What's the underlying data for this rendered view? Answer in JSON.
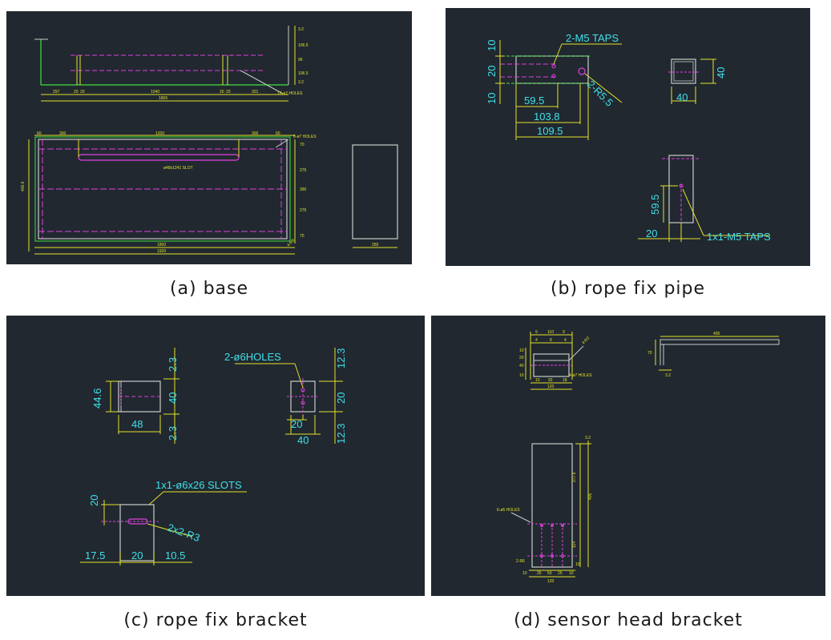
{
  "panels": {
    "a": {
      "caption": "(a) base",
      "top_view": {
        "right_dims": [
          "3.2",
          "106.5",
          "96",
          "106.5",
          "3.2"
        ],
        "bottom_dims": [
          "297",
          "20",
          "20",
          "1040",
          "20",
          "20",
          "321"
        ],
        "overall": "1806",
        "holes": "12-ø7 HOLES"
      },
      "front_view": {
        "top_dims": [
          "60",
          "300",
          "1200",
          "300",
          "60"
        ],
        "holes": "8-ø7 HOLES",
        "slot": "ø48x1241 SLOT",
        "left_dim": "400.6",
        "right_dims": [
          "70",
          "275",
          "390",
          "275",
          "70"
        ],
        "bottom_inner": "1800",
        "bottom_overall": "1920",
        "corner": "4-R8"
      },
      "side_view": {
        "bottom": "250"
      }
    },
    "b": {
      "caption": "(b) rope fix pipe",
      "front": {
        "v_dims": [
          "10",
          "20",
          "10"
        ],
        "taps_label": "2-M5 TAPS",
        "radius_label": "2-R5.5",
        "h_dims": [
          "59.5",
          "103.8",
          "109.5"
        ]
      },
      "section": {
        "right": "40",
        "bottom": "40"
      },
      "bottom_view": {
        "v_dim": "59.5",
        "h_dim": "20",
        "taps_label": "1x1-M5 TAPS"
      }
    },
    "c": {
      "caption": "(c) rope fix bracket",
      "left": {
        "height": "44.6",
        "width": "48",
        "right_dims": [
          "2.3",
          "40",
          "2.3"
        ]
      },
      "right": {
        "holes_label": "2-ø6HOLES",
        "right_dims": [
          "12.3",
          "20",
          "12.3"
        ],
        "bottom_dims": [
          "20",
          "40"
        ]
      },
      "bottom": {
        "slots_label": "1x1-ø6x26 SLOTS",
        "v_dim": "20",
        "radius_label": "2x2-R3",
        "h_dims": [
          "17.5",
          "20",
          "10.5"
        ]
      }
    },
    "d": {
      "caption": "(d) sensor head bracket",
      "top_left": {
        "top_dims": [
          "9",
          "110",
          "9"
        ],
        "top_dims2": [
          "4",
          "8",
          "4"
        ],
        "left_dims": [
          "10",
          "20",
          "40",
          "10"
        ],
        "corner": "4-R3",
        "bottom_dims": [
          "10",
          "92",
          "18"
        ],
        "overall": "120",
        "holes": "4-ø7 HOLES"
      },
      "top_right": {
        "length": "405",
        "height": "70",
        "thickness": "3.2"
      },
      "bottom": {
        "right_dims": [
          "3.2",
          "277.6",
          "405",
          "114",
          "10"
        ],
        "holes_label": "6-ø5 HOLES",
        "corner": "2-R6",
        "bottom_dims": [
          "10",
          "25",
          "50",
          "25",
          "10"
        ],
        "overall": "120"
      }
    }
  },
  "colors": {
    "background": "#212830",
    "outline": "#c8ccc8",
    "dimension": "#e2e22a",
    "centerline": "#e040e0",
    "text": "#40e0e8",
    "green": "#40e040"
  }
}
